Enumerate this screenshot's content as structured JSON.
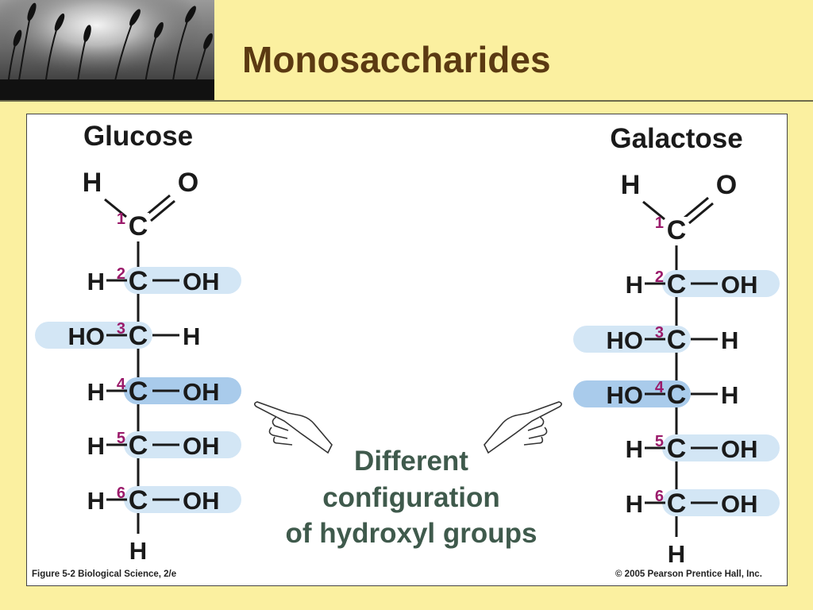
{
  "slide": {
    "title": "Monosaccharides"
  },
  "figure": {
    "left": {
      "name": "Glucose",
      "top": [
        "H",
        "O"
      ],
      "rows": [
        {
          "num": "1",
          "left": "",
          "center": "C",
          "right": ""
        },
        {
          "num": "2",
          "left": "H",
          "center": "C",
          "right": "OH"
        },
        {
          "num": "3",
          "left": "HO",
          "center": "C",
          "right": "H"
        },
        {
          "num": "4",
          "left": "H",
          "center": "C",
          "right": "OH"
        },
        {
          "num": "5",
          "left": "H",
          "center": "C",
          "right": "OH"
        },
        {
          "num": "6",
          "left": "H",
          "center": "C",
          "right": "OH"
        }
      ],
      "bottom": "H"
    },
    "right": {
      "name": "Galactose",
      "top": [
        "H",
        "O"
      ],
      "rows": [
        {
          "num": "1",
          "left": "",
          "center": "C",
          "right": ""
        },
        {
          "num": "2",
          "left": "H",
          "center": "C",
          "right": "OH"
        },
        {
          "num": "3",
          "left": "HO",
          "center": "C",
          "right": "H"
        },
        {
          "num": "4",
          "left": "HO",
          "center": "C",
          "right": "H"
        },
        {
          "num": "5",
          "left": "H",
          "center": "C",
          "right": "OH"
        },
        {
          "num": "6",
          "left": "H",
          "center": "C",
          "right": "OH"
        }
      ],
      "bottom": "H"
    },
    "note": [
      "Different",
      "configuration",
      "of hydroxyl groups"
    ],
    "caption_left": "Figure 5-2  Biological Science, 2/e",
    "caption_right": "© 2005 Pearson Prentice Hall, Inc."
  },
  "colors": {
    "background": "#fbf0a0",
    "title": "#5b3a12",
    "highlight_light": "#d3e6f5",
    "highlight_dark": "#a9cbeb",
    "number": "#9b1b6b",
    "note": "#3f5a4c",
    "text": "#1a1a1a"
  }
}
